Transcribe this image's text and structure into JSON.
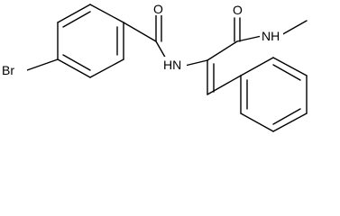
{
  "molecule": {
    "atoms": {
      "br": "Br",
      "amide_o": "O",
      "amide_nh": "HN",
      "terminal_o": "O",
      "terminal_nh": "NH"
    }
  }
}
